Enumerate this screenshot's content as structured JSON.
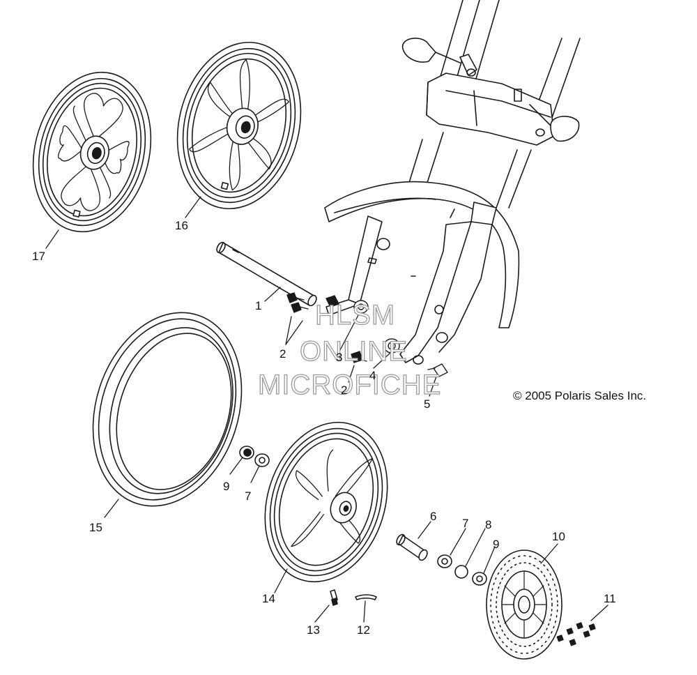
{
  "copyright": "© 2005 Polaris Sales Inc.",
  "watermark": {
    "line1": "HLSM",
    "line2": "ONLINE",
    "line3": "MICROFICHE",
    "color": "#9a9a9a"
  },
  "parts": {
    "p1": "1",
    "p2a": "2",
    "p2b": "2",
    "p3": "3",
    "p4": "4",
    "p5": "5",
    "p6": "6",
    "p7a": "7",
    "p7b": "7",
    "p8": "8",
    "p9a": "9",
    "p9b": "9",
    "p10": "10",
    "p11": "11",
    "p12": "12",
    "p13": "13",
    "p14": "14",
    "p15": "15",
    "p16": "16",
    "p17": "17"
  },
  "colors": {
    "line": "#1a1a1a",
    "background": "#ffffff"
  }
}
